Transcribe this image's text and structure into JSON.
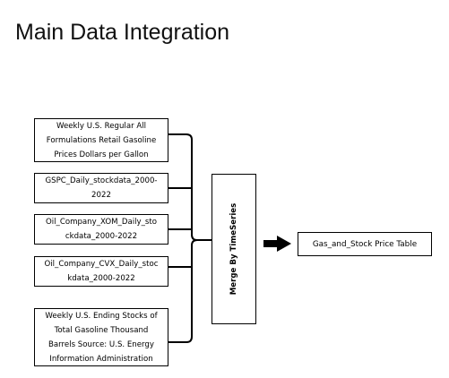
{
  "page_title": "Main Data Integration",
  "sources": [
    {
      "lines": [
        "Weekly U.S. Regular All",
        "Formulations Retail Gasoline",
        "Prices Dollars per Gallon"
      ]
    },
    {
      "lines": [
        "GSPC_Daily_stockdata_2000-",
        "2022"
      ]
    },
    {
      "lines": [
        "Oil_Company_XOM_Daily_sto",
        "ckdata_2000-2022"
      ]
    },
    {
      "lines": [
        "Oil_Company_CVX_Daily_stoc",
        "kdata_2000-2022"
      ]
    },
    {
      "lines": [
        "Weekly U.S. Ending Stocks of",
        "Total Gasoline Thousand",
        "Barrels Source: U.S. Energy",
        "Information Administration"
      ]
    }
  ],
  "merge_label": "Merge By TimeSeries",
  "output_label": "Gas_and_Stock Price Table"
}
